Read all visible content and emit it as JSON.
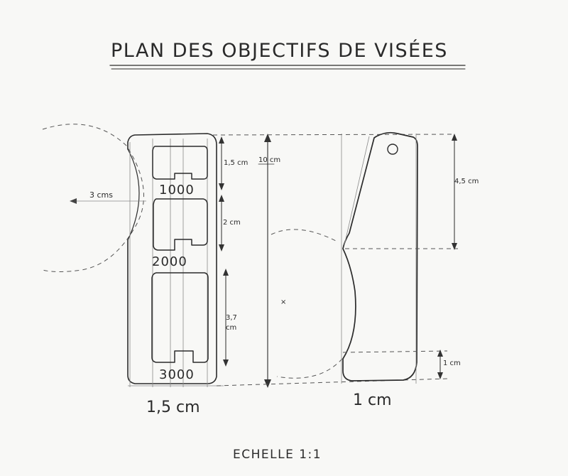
{
  "title": "PLAN DES OBJECTIFS DE VISÉES",
  "left_part": {
    "window_labels": [
      "1000",
      "2000",
      "3000"
    ],
    "dim_window1": "1,5 cm",
    "dim_window2": "2 cm",
    "dim_window3_line1": "3,7",
    "dim_window3_line2": "cm",
    "dim_total": "10 cm",
    "dim_radius": "3 cms",
    "width_label": "1,5 cm"
  },
  "right_part": {
    "dim_top": "4,5 cm",
    "dim_bottom": "1 cm",
    "width_label": "1 cm"
  },
  "scale": "ECHELLE 1:1"
}
